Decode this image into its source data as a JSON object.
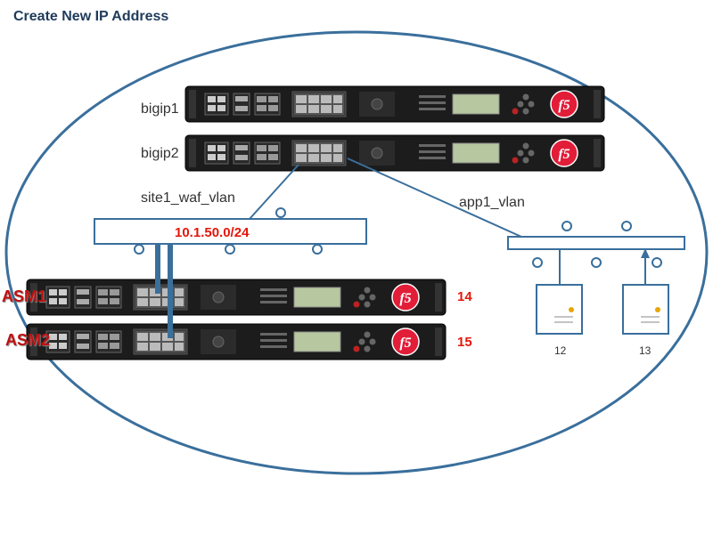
{
  "title": "Create New IP Address",
  "devices": {
    "bigip1": "bigip1",
    "bigip2": "bigip2",
    "asm1": "ASM1",
    "asm2": "ASM2",
    "asm1_id": "14",
    "asm2_id": "15"
  },
  "networks": {
    "site1_vlan": "site1_waf_vlan",
    "site1_subnet": "10.1.50.0/24",
    "app1_vlan": "app1_vlan"
  },
  "servers": {
    "server1_id": "12",
    "server2_id": "13"
  },
  "colors": {
    "line": "#3a6f9c",
    "device": "#1c1c1c",
    "label_red": "#e3170a",
    "brand": "#e21d38"
  },
  "logo_text": "f5"
}
